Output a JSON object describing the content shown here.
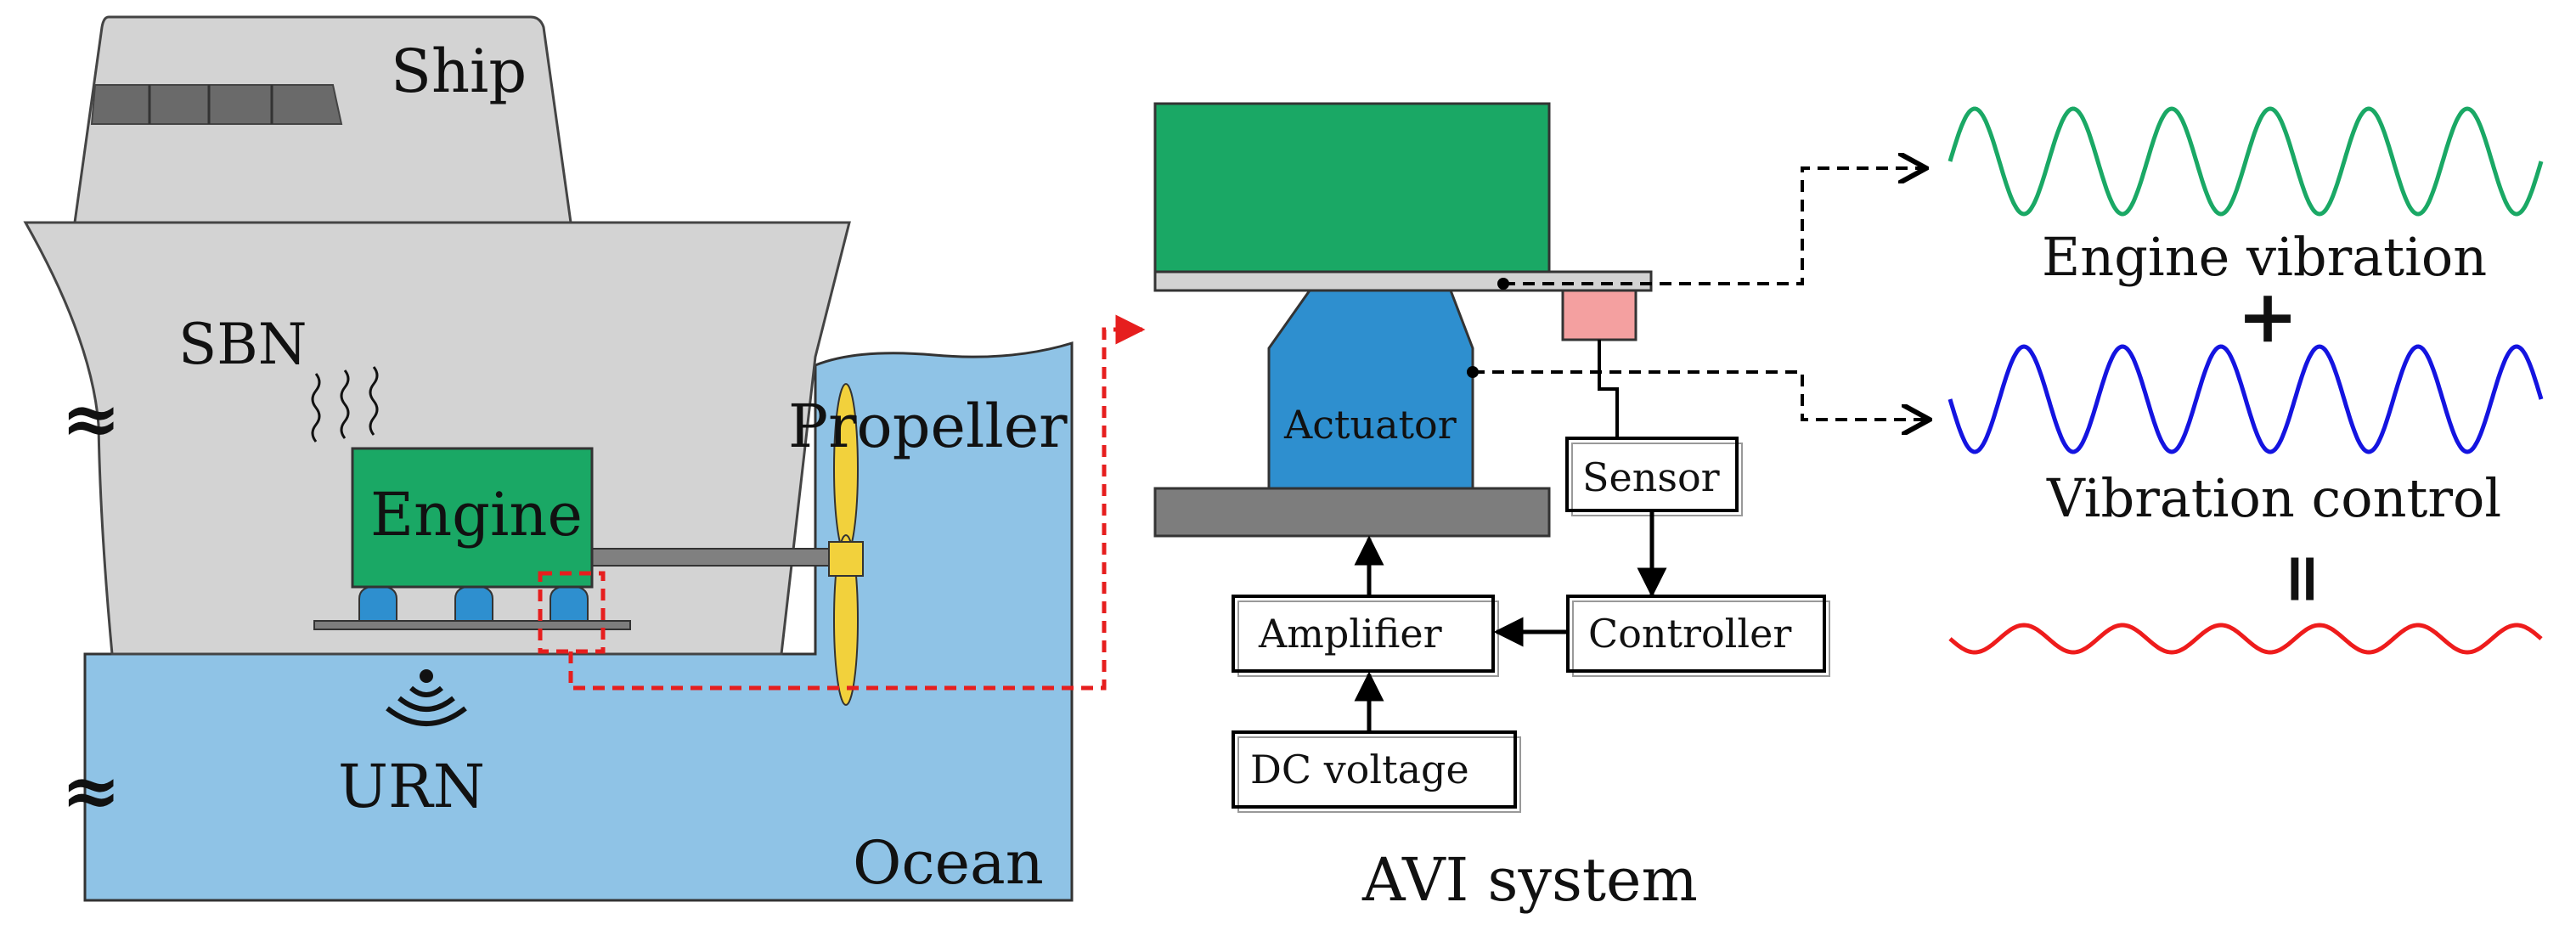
{
  "labels": {
    "ship": "Ship",
    "sbn": "SBN",
    "engine": "Engine",
    "propeller": "Propeller",
    "urn": "URN",
    "ocean": "Ocean",
    "actuator": "Actuator",
    "sensor": "Sensor",
    "amplifier": "Amplifier",
    "controller": "Controller",
    "dc_voltage": "DC voltage",
    "avi_system": "AVI system",
    "engine_vibration": "Engine vibration",
    "plus": "+",
    "vibration_control": "Vibration control",
    "equals": "=",
    "approx_upper": "≈",
    "approx_lower": "≈"
  },
  "colors": {
    "hull": "#d3d3d3",
    "ocean": "#8fc3e6",
    "engine": "#1aa865",
    "actuator": "#2e8fcf",
    "sensor": "#f4a0a0",
    "propeller": "#f2d13c",
    "base_plate": "#7d7d7d",
    "engine_wave": "#1aa865",
    "control_wave": "#1414e0",
    "result_wave": "#ee1c1c",
    "callout": "#e61e1e"
  },
  "icons": [
    "heat-wave-icon",
    "sound-wave-icon",
    "approx-break-icon"
  ]
}
